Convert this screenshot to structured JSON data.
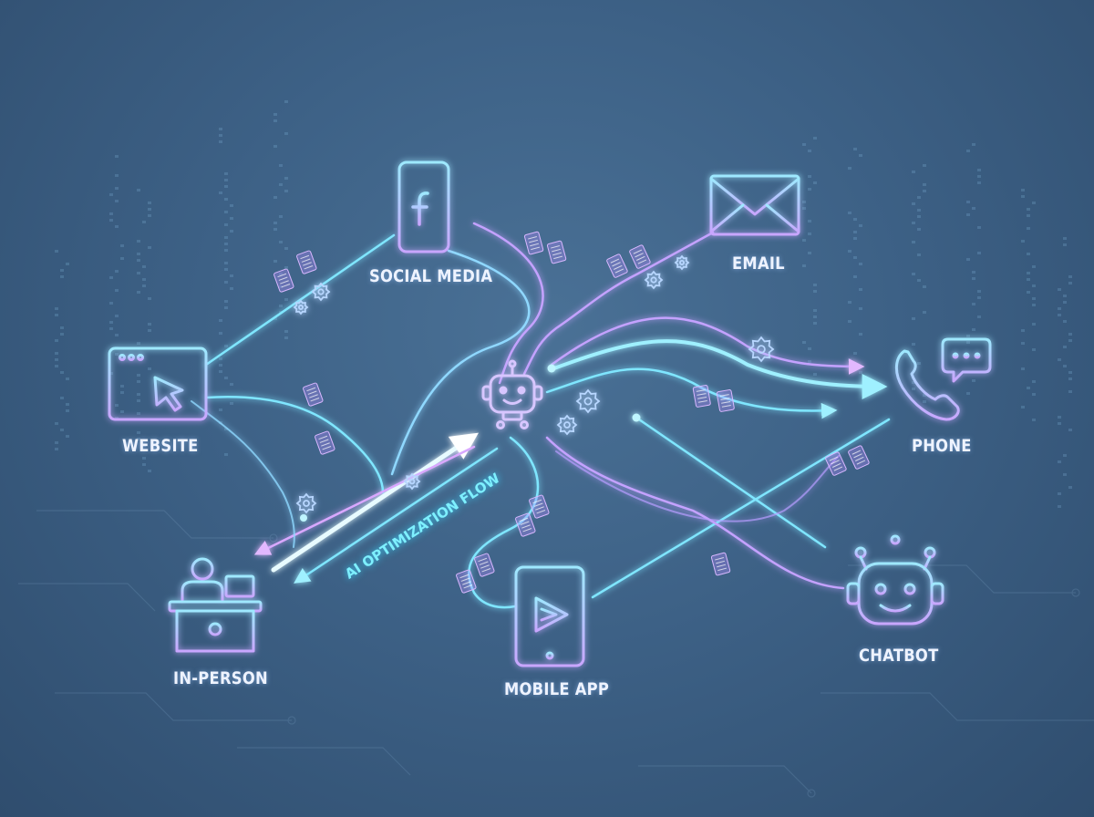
{
  "nodes": {
    "social_media": "SOCIAL MEDIA",
    "email": "EMAIL",
    "website": "WEBSITE",
    "phone": "PHONE",
    "in_person": "IN-PERSON",
    "mobile_app": "MOBILE APP",
    "chatbot": "CHATBOT"
  },
  "flow_label": "AI OPTIMIZATION FLOW",
  "icons": {
    "social_media": "smartphone-facebook-icon",
    "email": "envelope-icon",
    "website": "browser-cursor-icon",
    "phone": "phone-chat-icon",
    "in_person": "service-desk-icon",
    "mobile_app": "tablet-play-icon",
    "chatbot": "robot-icon",
    "hub": "robot-hub-icon"
  },
  "colors": {
    "background": "#3d6186",
    "cyan_line": "#7fe6ff",
    "violet_line": "#c4a2ff",
    "label": "#eef3ff"
  }
}
